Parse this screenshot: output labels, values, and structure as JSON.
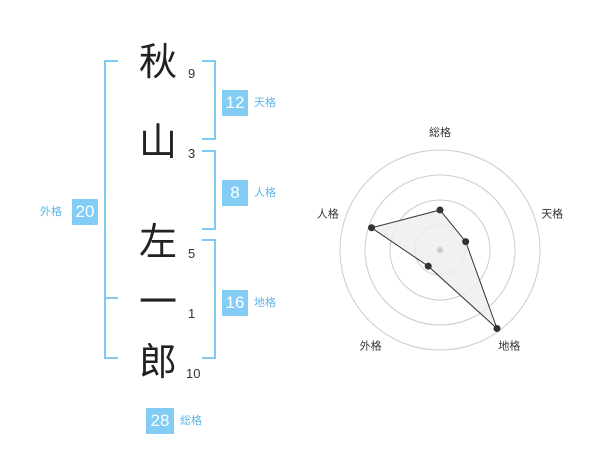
{
  "characters": [
    {
      "char": "秋",
      "strokes": "9"
    },
    {
      "char": "山",
      "strokes": "3"
    },
    {
      "char": "左",
      "strokes": "5"
    },
    {
      "char": "一",
      "strokes": "1"
    },
    {
      "char": "郎",
      "strokes": "10"
    }
  ],
  "fortunes": {
    "ten": {
      "label": "天格",
      "value": "12"
    },
    "jin": {
      "label": "人格",
      "value": "8"
    },
    "chi": {
      "label": "地格",
      "value": "16"
    },
    "gai": {
      "label": "外格",
      "value": "20"
    },
    "so": {
      "label": "総格",
      "value": "28"
    }
  },
  "chart_data": {
    "type": "radar",
    "axes": [
      "総格",
      "天格",
      "地格",
      "外格",
      "人格"
    ],
    "values": [
      0.4,
      0.27,
      0.97,
      0.2,
      0.72
    ],
    "rings": 4,
    "colors": {
      "fill": "#eeeeee",
      "stroke": "#333333",
      "grid": "#cccccc",
      "point": "#333333"
    }
  }
}
